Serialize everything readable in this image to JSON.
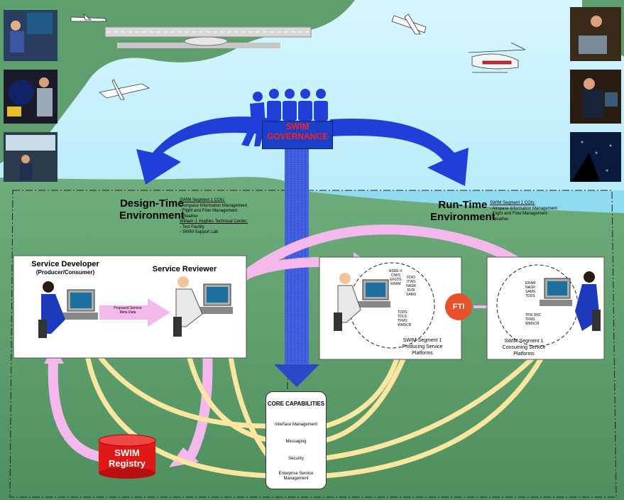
{
  "governance": {
    "line1": "SWIM",
    "line2": "GOVERNANCE"
  },
  "design_env": {
    "title_line1": "Design-Time",
    "title_line2": "Environment",
    "cois_heading": "SWIM Segment 1 COIs:",
    "cois": [
      "- Airspace Information Management",
      "- Flight and Flow Management",
      "- Weather"
    ],
    "tech_heading": "William J. Hughes Technical Center:",
    "tech_items": [
      "- Test Facility",
      "- SWIM Support Lab"
    ]
  },
  "run_env": {
    "title_line1": "Run-Time",
    "title_line2": "Environment",
    "cois_heading": "SWIM Segment 1 COIs:",
    "cois": [
      "- Airspace Information Management",
      "- Flight and Flow Management",
      "- Weather"
    ]
  },
  "service_developer": {
    "title": "Service Developer",
    "subtitle": "(Producer/Consumer)"
  },
  "service_reviewer": {
    "title": "Service Reviewer"
  },
  "proposed_meta": {
    "line1": "Proposed Service",
    "line2": "Meta Data"
  },
  "producing": {
    "left_list": [
      "ASDE-X",
      "CIWS",
      "EFSTS",
      "ERAM"
    ],
    "right_list": [
      "FDIO",
      "ITWS",
      "NASR",
      "RVR",
      "SAMS"
    ],
    "bottom_list": [
      "TDDS",
      "TDLS",
      "TFMS",
      "WMSCR"
    ],
    "caption": [
      "SWIM Segment 1",
      "Producing Service",
      "Platforms"
    ]
  },
  "consuming": {
    "top_list": [
      "ERAM",
      "NASR",
      "SAMS",
      "TDDS"
    ],
    "bottom_list": [
      "TFM DRC",
      "TFMS",
      "WMSCR"
    ],
    "caption": [
      "SWIM Segment 1",
      "Consuming Service",
      "Platforms"
    ]
  },
  "fti": {
    "label": "FTI"
  },
  "core": {
    "title": "CORE CAPABILITIES",
    "items": [
      "Interface Management",
      "Messaging",
      "Security",
      "Enterprise Service",
      "Management"
    ]
  },
  "registry": {
    "line1": "SWIM",
    "line2": "Registry"
  },
  "colors": {
    "blue_arrow": "#1f3fd8",
    "pink_arrow": "#f4b8ec",
    "yellow_arrow": "#fde6a0",
    "sky": "#a9e8f6",
    "ground": "#5f9f6e",
    "red_registry": "#e01818"
  }
}
